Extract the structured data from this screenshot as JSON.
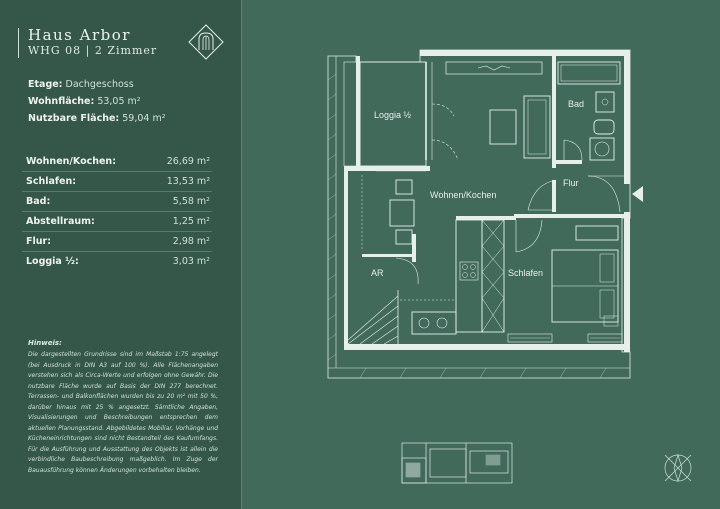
{
  "header": {
    "title": "Haus Arbor",
    "subtitle": "WHG 08 | 2 Zimmer"
  },
  "meta": {
    "etage_label": "Etage:",
    "etage_value": "Dachgeschoss",
    "wohnflaeche_label": "Wohnfläche:",
    "wohnflaeche_value": "53,05 m²",
    "nutzbare_label": "Nutzbare Fläche:",
    "nutzbare_value": "59,04 m²"
  },
  "rooms_table": [
    {
      "name": "Wohnen/Kochen:",
      "area": "26,69 m²"
    },
    {
      "name": "Schlafen:",
      "area": "13,53 m²"
    },
    {
      "name": "Bad:",
      "area": "5,58 m²"
    },
    {
      "name": "Abstellraum:",
      "area": "1,25 m²"
    },
    {
      "name": "Flur:",
      "area": "2,98 m²"
    },
    {
      "name": "Loggia ½:",
      "area": "3,03 m²"
    }
  ],
  "hint": {
    "title": "Hinweis:",
    "text": "Die dargestellten Grundrisse sind im Maßstab 1:75 angelegt (bei Ausdruck in DIN A3 auf 100 %). Alle Flächenangaben verstehen sich als Circa-Werte und erfolgen ohne Gewähr. Die nutzbare Fläche wurde auf Basis der DIN 277 berechnet. Terrassen- und Balkonflächen wurden bis zu 20 m² mit 50 %, darüber hinaus mit 25 % angesetzt. Sämtliche Angaben, Visualisierungen und Beschreibungen entsprechen dem aktuellen Planungsstand. Abgebildetes Mobiliar, Vorhänge und Kücheneinrichtungen sind nicht Bestandteil des Kaufumfangs. Für die Ausführung und Ausstattung des Objekts ist allein die verbindliche Baubeschreibung maßgeblich. Im Zuge der Bauausführung können Änderungen vorbehalten bleiben."
  },
  "plan_labels": {
    "loggia": "Loggia ½",
    "bad": "Bad",
    "wohnen": "Wohnen/Kochen",
    "flur": "Flur",
    "ar": "AR",
    "schlafen": "Schlafen"
  },
  "colors": {
    "panel": "#355749",
    "background": "#416a5b",
    "line": "#e6efea"
  },
  "icons": [
    "logo-icon",
    "entrance-arrow-icon",
    "compass-icon",
    "site-plan-icon"
  ]
}
